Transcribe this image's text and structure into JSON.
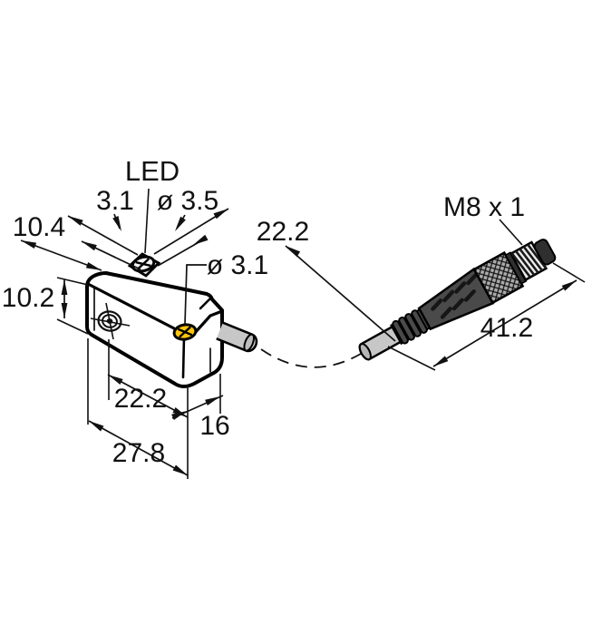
{
  "diagram": {
    "type": "technical-dimension-drawing",
    "subject": "inductive block sensor with M8 cable connector",
    "labels": {
      "led": "LED",
      "slot_width": "3.1",
      "screw_diameter": "ø 3.5",
      "end_offset": "10.4",
      "top_length": "22.2",
      "hole_diameter": "ø 3.1",
      "body_height": "10.2",
      "bottom_length": "22.2",
      "body_depth": "16",
      "total_length": "27.8",
      "connector_thread": "M8 x 1",
      "connector_length": "41.2"
    },
    "colors": {
      "body_yellow": "#FFC60A",
      "outline": "#000000",
      "cable_gray": "#C7C7C7",
      "connector_dark": "#4A4A4A",
      "plate_gray": "#EDEDED",
      "thread_light": "#ECECEC",
      "background": "#FFFFFF"
    }
  }
}
